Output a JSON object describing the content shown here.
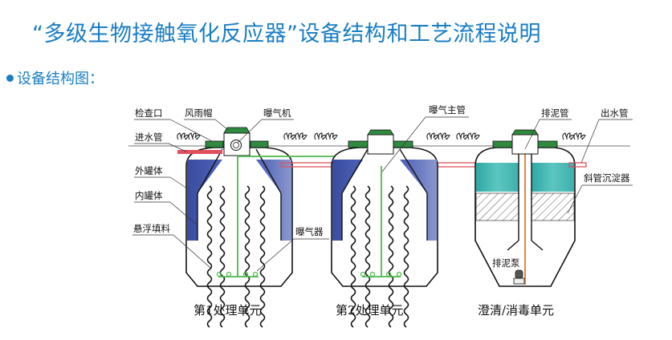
{
  "header": {
    "title": "“多级生物接触氧化反应器”设备结构和工艺流程说明",
    "section_label": "设备结构图："
  },
  "colors": {
    "accent": "#1a7ec4",
    "tank_blue": "#3c4fa3",
    "clear_water_teal": "#3fb6b1",
    "air_pipe_green": "#4cb84a",
    "water_pipe_red": "#e0505a",
    "cover_green": "#2f8a3e",
    "sludge_pipe_orange": "#e07a2a"
  },
  "diagram": {
    "labels": {
      "inspection_port": "检查口",
      "rain_cap": "风雨帽",
      "aerator_blower": "曝气机",
      "inlet_pipe": "进水管",
      "outer_tank": "外罐体",
      "inner_tank": "内罐体",
      "suspended_filler": "悬浮填料",
      "diffuser": "曝气器",
      "main_air_pipe": "曝气主管",
      "sludge_pipe": "排泥管",
      "outlet_pipe": "出水管",
      "inclined_tube_settler": "斜管沉淀器",
      "sludge_pump": "排泥泵"
    },
    "units": [
      {
        "caption": "第1处理单元"
      },
      {
        "caption": "第2处理单元"
      },
      {
        "caption": "澄清/消毒单元"
      }
    ]
  }
}
